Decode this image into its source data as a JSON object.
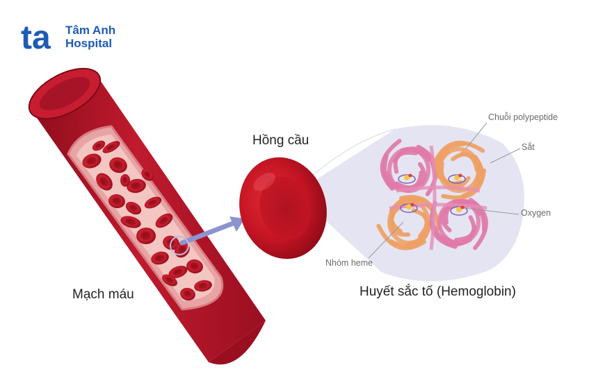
{
  "logo": {
    "mark": "ta",
    "line1": "Tâm Anh",
    "line2": "Hospital",
    "color": "#1d5bb5"
  },
  "labels": {
    "vessel": "Mạch máu",
    "rbc": "Hồng cầu",
    "hemoglobin": "Huyết sắc tố (Hemoglobin)",
    "polypeptide": "Chuỗi polypeptide",
    "iron": "Sắt",
    "oxygen": "Oxygen",
    "heme": "Nhóm heme"
  },
  "colors": {
    "vessel": "#b0152a",
    "vessel_inner": "#e8a4a4",
    "rbc": "#c41423",
    "chain_pink": "#e07aa8",
    "chain_orange": "#eea064",
    "zoom_panel": "#e4e3f1",
    "arrow": "#8b94cf"
  }
}
